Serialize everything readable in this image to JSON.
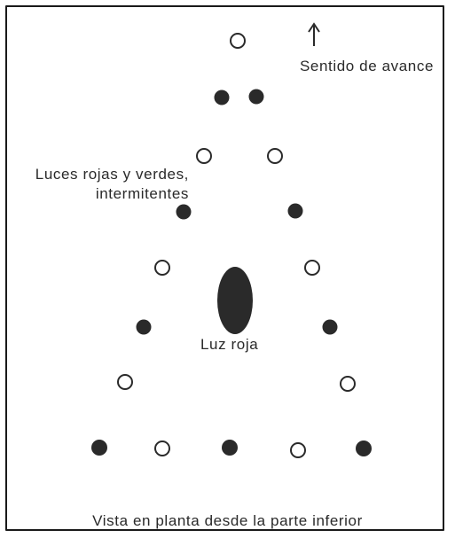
{
  "labels": {
    "direction": "Sentido de avance",
    "lights_line1": "Luces rojas y verdes,",
    "lights_line2": "intermitentes",
    "red_light": "Luz roja",
    "footer": "Vista en planta desde la parte inferior"
  },
  "colors": {
    "ink": "#2a2a2a",
    "background": "#ffffff"
  },
  "icons": {
    "direction": "arrow-up-icon",
    "flashing_light": "circle-icon",
    "red_light": "oval-icon"
  }
}
